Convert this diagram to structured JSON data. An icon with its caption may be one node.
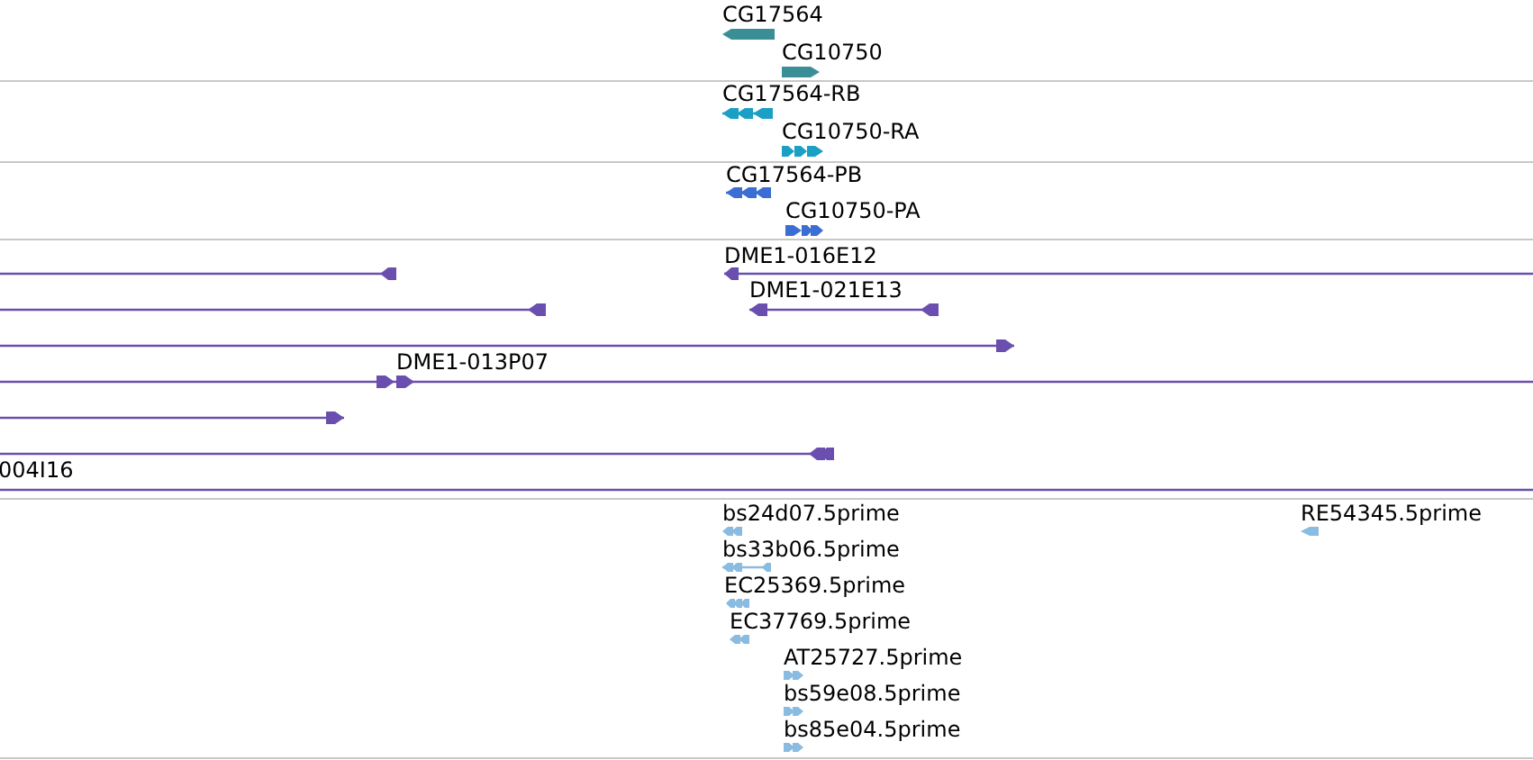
{
  "diagram": {
    "labels": [
      "CG17564",
      "CG10750",
      "CG17564-RB",
      "CG10750-RA",
      "CG17564-PB",
      "CG10750-PA",
      "DME1-016E12",
      "DME1-021E13",
      "DME1-013P07",
      "004I16",
      "bs24d07.5prime",
      "RE54345.5prime",
      "bs33b06.5prime",
      "EC25369.5prime",
      "EC37769.5prime",
      "AT25727.5prime",
      "bs59e08.5prime",
      "bs85e04.5prime"
    ]
  }
}
